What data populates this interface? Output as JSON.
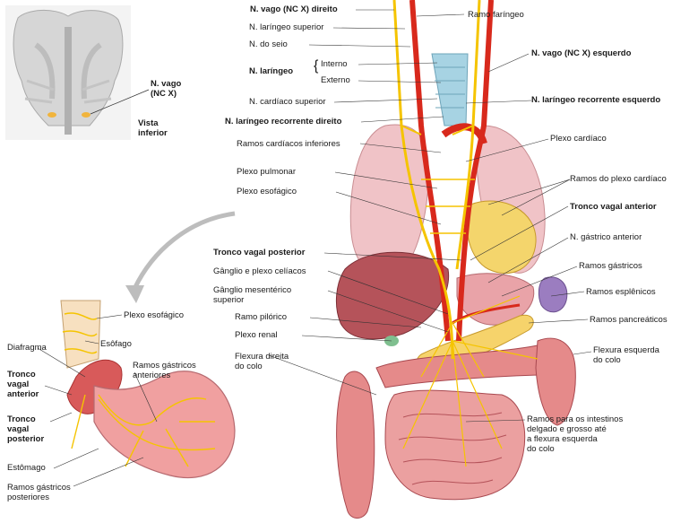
{
  "inset": {
    "vagus_label": "N. vago\n(NC X)",
    "view_label": "Vista\ninferior"
  },
  "labels": {
    "vago_direito": "N. vago (NC X) direito",
    "laringeo_superior": "N. laríngeo superior",
    "seio": "N. do seio",
    "laringeo": "N. laríngeo",
    "interno": "Interno",
    "externo": "Externo",
    "cardiaco_superior": "N. cardíaco superior",
    "recorrente_direito": "N. laríngeo recorrente direito",
    "cardiacos_inferiores": "Ramos cardíacos inferiores",
    "plexo_pulmonar": "Plexo pulmonar",
    "plexo_esofagico": "Plexo esofágico",
    "tronco_posterior": "Tronco vagal posterior",
    "ganglio_celiaco": "Gânglio e plexo celíacos",
    "ganglio_mesenterico": "Gânglio mesentérico\nsuperior",
    "ramo_pilorico": "Ramo pilórico",
    "plexo_renal": "Plexo renal",
    "flexura_direita": "Flexura direita\ndo colo",
    "ramo_faringeo": "Ramo faríngeo",
    "vago_esquerdo": "N. vago (NC X) esquerdo",
    "recorrente_esquerdo": "N. laríngeo recorrente esquerdo",
    "plexo_cardiaco": "Plexo cardíaco",
    "ramos_plexo_cardiaco": "Ramos do plexo cardíaco",
    "tronco_anterior": "Tronco vagal anterior",
    "gastrico_anterior": "N. gástrico anterior",
    "ramos_gastricos": "Ramos gástricos",
    "ramos_esplenicos": "Ramos esplênicos",
    "ramos_pancreaticos": "Ramos pancreáticos",
    "flexura_esquerda": "Flexura esquerda\ndo colo",
    "ramos_intestinos": "Ramos para os intestinos\ndelgado e grosso até\na flexura esquerda\ndo colo"
  },
  "detail": {
    "plexo_esofagico": "Plexo esofágico",
    "esofago": "Esôfago",
    "diafragma": "Diafragma",
    "ramos_gastricos_anteriores": "Ramos gástricos\nanteriores",
    "tronco_anterior": "Tronco\nvagal\nanterior",
    "tronco_posterior": "Tronco\nvagal\nposterior",
    "estomago": "Estômago",
    "ramos_gastricos_posteriores": "Ramos gástricos\nposteriores"
  },
  "colors": {
    "nerve": "#f5c400",
    "artery": "#d8291c",
    "organ_pink": "#e9a3a8",
    "liver": "#b5535a",
    "intestine": "#e58a8a",
    "spleen": "#9b7dc0",
    "pancreas": "#f6d36b",
    "trachea": "#a7d3e3"
  }
}
